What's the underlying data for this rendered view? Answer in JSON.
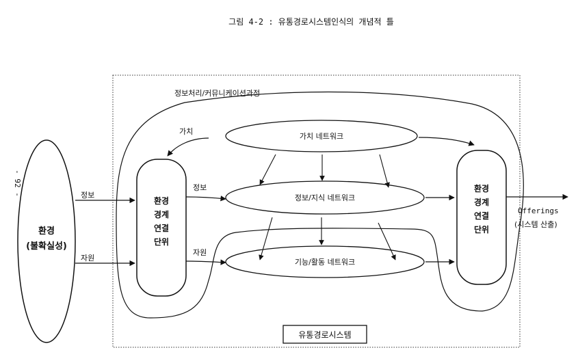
{
  "figure": {
    "caption": "그림 4-2 : 유통경로시스템인식의 개념적 틀",
    "page_number": "- 92 -"
  },
  "environment": {
    "line1": "환경",
    "line2": "(불확실성)"
  },
  "inputs": {
    "info": "정보",
    "resource": "자원"
  },
  "left_unit": {
    "lines": [
      "환경",
      "경계",
      "연결",
      "단위"
    ]
  },
  "right_unit": {
    "lines": [
      "환경",
      "경계",
      "연결",
      "단위"
    ]
  },
  "networks": {
    "value": "가치  네트워크",
    "info": "정보/지식  네트워크",
    "function": "기능/활동  네트워크"
  },
  "flow_labels": {
    "value": "가치",
    "info": "정보",
    "resource": "자원",
    "processing": "정보처리/커뮤니케이션과정"
  },
  "output": {
    "line1": "Offerings",
    "line2": "(시스템 산출)"
  },
  "system_label": "유통경로시스템"
}
